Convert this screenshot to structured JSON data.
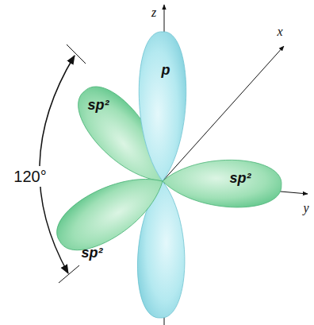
{
  "diagram": {
    "labels": [
      "z",
      "x",
      "y",
      "p",
      "sp²",
      "sp²",
      "sp²",
      "120°"
    ]
  }
}
